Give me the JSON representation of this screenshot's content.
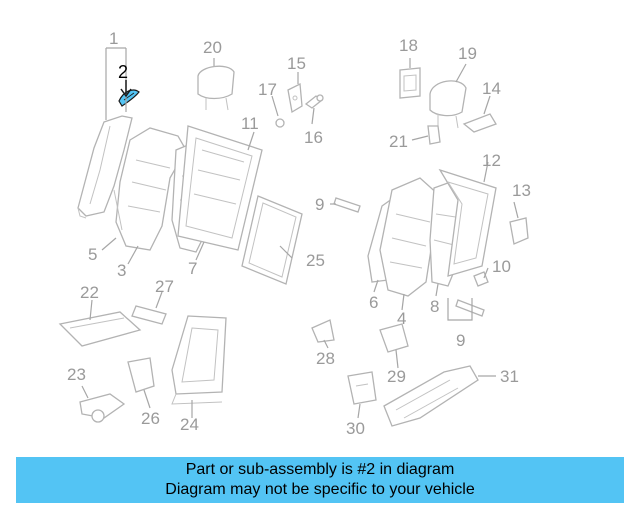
{
  "highlight": {
    "part_number": "2",
    "color": "#53c4f4"
  },
  "callouts": {
    "c1": "1",
    "c2": "2",
    "c3": "3",
    "c4": "4",
    "c5": "5",
    "c6": "6",
    "c7": "7",
    "c8": "8",
    "c9a": "9",
    "c9b": "9",
    "c10": "10",
    "c11": "11",
    "c12": "12",
    "c13": "13",
    "c14": "14",
    "c15": "15",
    "c16": "16",
    "c17": "17",
    "c18": "18",
    "c19": "19",
    "c20": "20",
    "c21": "21",
    "c22": "22",
    "c23": "23",
    "c24": "24",
    "c25": "25",
    "c26": "26",
    "c27": "27",
    "c28": "28",
    "c29": "29",
    "c30": "30",
    "c31": "31"
  },
  "banner": {
    "line1": "Part or sub-assembly is #2 in diagram",
    "line2": "Diagram may not be specific to your vehicle",
    "color": "#53c4f4"
  }
}
